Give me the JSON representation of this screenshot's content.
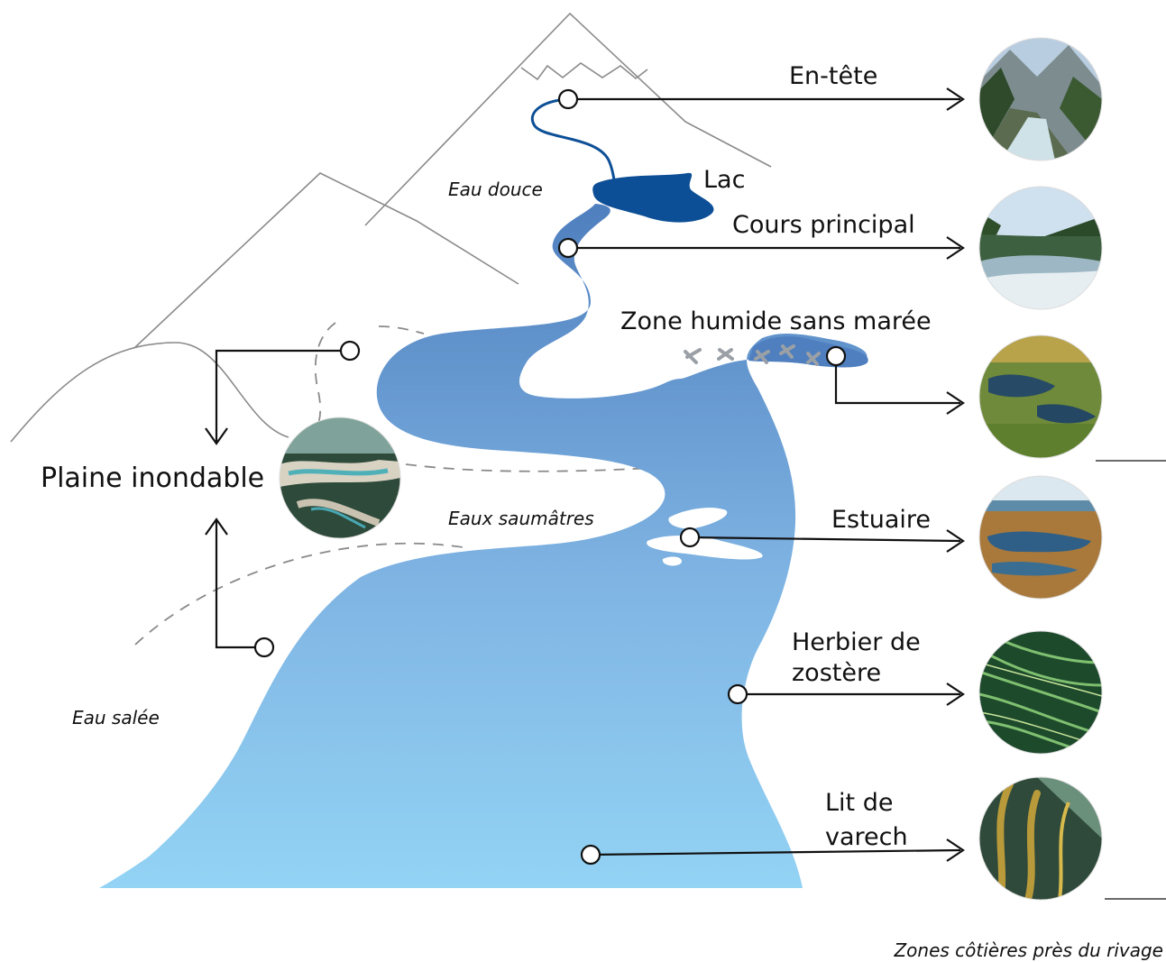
{
  "labels": {
    "headwaters": "En-tête",
    "lake": "Lac",
    "main_stem": "Cours principal",
    "nontidal_wetland": "Zone humide sans marée",
    "floodplain": "Plaine inondable",
    "estuary": "Estuaire",
    "eelgrass_line1": "Herbier de",
    "eelgrass_line2": "zostère",
    "kelp_line1": "Lit de",
    "kelp_line2": "varech"
  },
  "zones": {
    "freshwater": "Eau douce",
    "brackish": "Eaux saumâtres",
    "saltwater": "Eau salée",
    "nearshore": "Zones côtières près du rivage"
  },
  "colors": {
    "lake": "#0d4f96",
    "river_top": "#4f7fbe",
    "river_bottom": "#93d3f4",
    "mountain_line": "#8a8a8a"
  },
  "photos": [
    {
      "icon": "headwaters-photo",
      "subject": "mountain stream"
    },
    {
      "icon": "main-stem-photo",
      "subject": "forest river"
    },
    {
      "icon": "wetland-photo",
      "subject": "marsh grass"
    },
    {
      "icon": "estuary-photo",
      "subject": "estuary marsh"
    },
    {
      "icon": "eelgrass-photo",
      "subject": "eelgrass underwater"
    },
    {
      "icon": "kelp-photo",
      "subject": "kelp forest"
    },
    {
      "icon": "floodplain-photo",
      "subject": "aerial floodplain"
    }
  ]
}
